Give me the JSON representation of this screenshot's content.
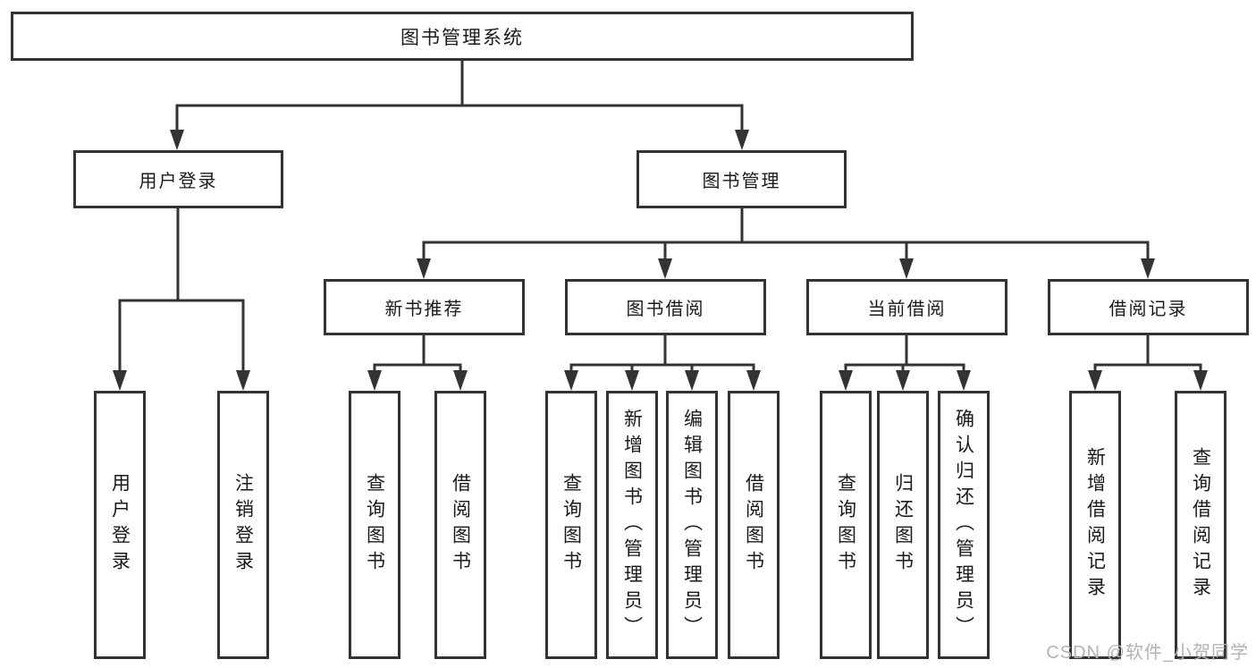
{
  "diagram": {
    "root": {
      "label": "图书管理系统"
    },
    "branches": [
      {
        "label": "用户登录",
        "children": [
          {
            "label": "用户登录"
          },
          {
            "label": "注销登录"
          }
        ]
      },
      {
        "label": "图书管理",
        "children": [
          {
            "label": "新书推荐",
            "children": [
              {
                "label": "查询图书"
              },
              {
                "label": "借阅图书"
              }
            ]
          },
          {
            "label": "图书借阅",
            "children": [
              {
                "label": "查询图书"
              },
              {
                "label": "新增图书（管理员）"
              },
              {
                "label": "编辑图书（管理员）"
              },
              {
                "label": "借阅图书"
              }
            ]
          },
          {
            "label": "当前借阅",
            "children": [
              {
                "label": "查询图书"
              },
              {
                "label": "归还图书"
              },
              {
                "label": "确认归还（管理员）"
              }
            ]
          },
          {
            "label": "借阅记录",
            "children": [
              {
                "label": "新增借阅记录"
              },
              {
                "label": "查询借阅记录"
              }
            ]
          }
        ]
      }
    ]
  },
  "watermark": {
    "text": "CSDN @软件_小贺同学"
  },
  "colors": {
    "line": "#333333",
    "text": "#1a1a1a",
    "watermark": "#b3b3b3",
    "background": "#ffffff"
  }
}
